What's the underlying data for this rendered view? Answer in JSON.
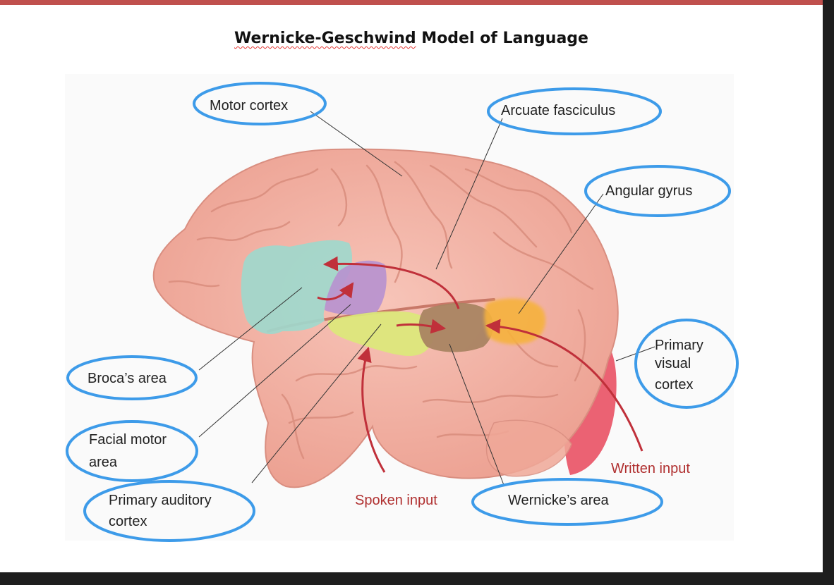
{
  "title": {
    "part1": "Wernicke-Geschwind",
    "part2": " Model of Language"
  },
  "labels": {
    "motor_cortex": "Motor cortex",
    "arcuate_fasciculus": "Arcuate fasciculus",
    "angular_gyrus": "Angular gyrus",
    "primary_visual_cortex_1": "Primary",
    "primary_visual_cortex_2": "visual",
    "primary_visual_cortex_3": "cortex",
    "brocas_area": "Broca’s area",
    "facial_motor_area_1": "Facial motor",
    "facial_motor_area_2": "area",
    "primary_auditory_cortex_1": "Primary auditory",
    "primary_auditory_cortex_2": "cortex",
    "spoken_input": "Spoken input",
    "wernickes_area": "Wernicke’s area",
    "written_input": "Written input"
  },
  "colors": {
    "header_accent": "#c0504d",
    "circle_outline": "#3d9be9",
    "arrow_red": "#c0303a",
    "brain": "#f2b1a3",
    "broca": "#9fd8cc",
    "facial_motor": "#b792cf",
    "auditory": "#dbe87a",
    "wernicke": "#b08a66",
    "angular": "#f6b23e",
    "visual": "#e8475a"
  }
}
